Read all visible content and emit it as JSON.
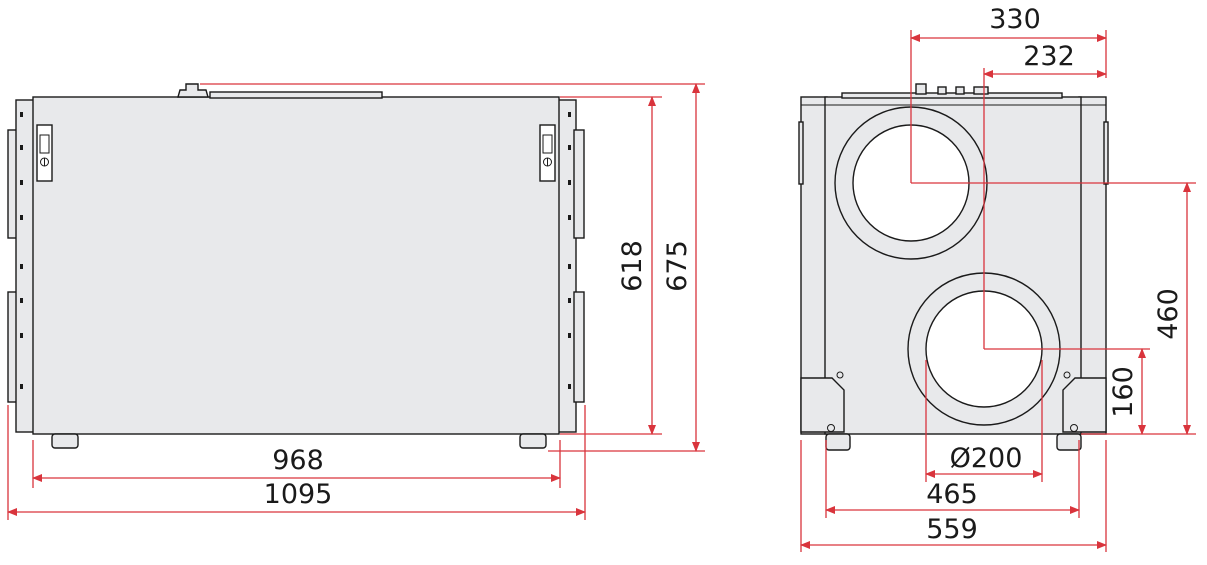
{
  "colors": {
    "dimension_line": "#d9343c",
    "outline": "#1a1a1a",
    "body_fill": "#e8e9eb",
    "background": "#ffffff"
  },
  "side_view": {
    "dimensions": {
      "height_inner": "618",
      "height_total": "675",
      "width_inner": "968",
      "width_total": "1095"
    }
  },
  "front_view": {
    "dimensions": {
      "top_offset_330": "330",
      "top_offset_232": "232",
      "height_460": "460",
      "height_160": "160",
      "duct_diameter": "Ø200",
      "width_465": "465",
      "width_559": "559"
    }
  }
}
